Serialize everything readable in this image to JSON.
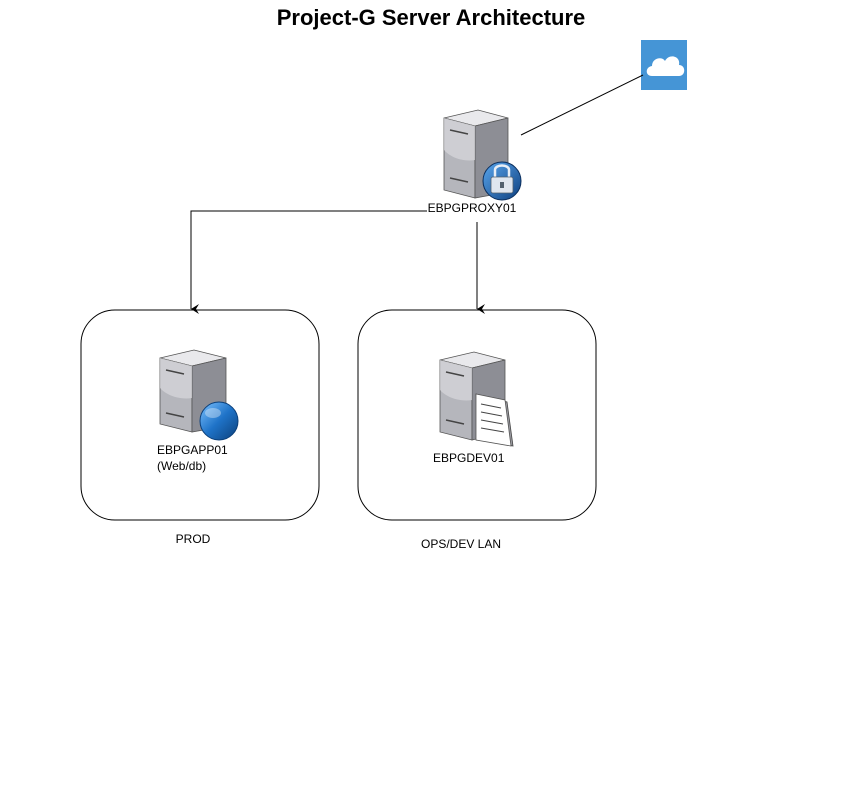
{
  "title": "Project-G Server Architecture",
  "colors": {
    "cloud_fill": "#4595d6",
    "cloud_shape": "#ffffff",
    "line": "#000000",
    "zone_border": "#000000",
    "server_light": "#dcdcdc",
    "server_mid": "#b8b8bd",
    "server_dark": "#8b8b92",
    "globe": "#1f73c8",
    "lock_badge": "#1d66b3"
  },
  "nodes": {
    "internet": {
      "icon": "cloud-icon"
    },
    "proxy": {
      "label": "EBPGPROXY01",
      "icon": "server-lock-icon"
    },
    "app": {
      "label": "EBPGAPP01",
      "sublabel": "(Web/db)",
      "icon": "server-globe-icon"
    },
    "dev": {
      "label": "EBPGDEV01",
      "icon": "server-document-icon"
    }
  },
  "zones": {
    "prod": {
      "label": "PROD"
    },
    "ops": {
      "label": "OPS/DEV LAN"
    }
  }
}
